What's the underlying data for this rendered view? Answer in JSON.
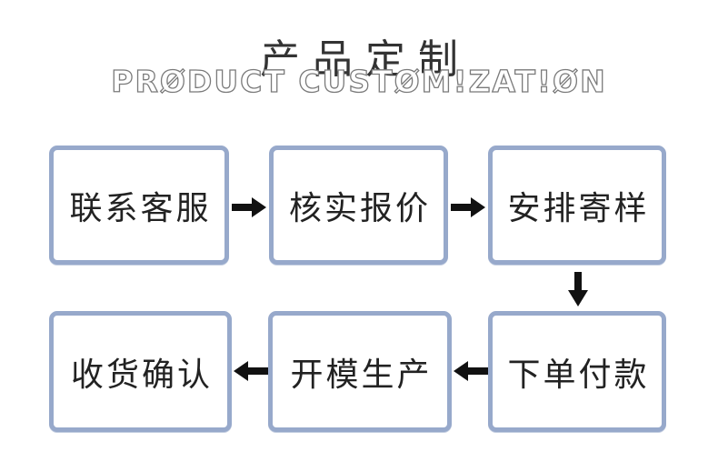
{
  "header": {
    "title": "产品定制",
    "subtitle": "PRODUCT CUSTOMIZATION",
    "subtitle_display": "PRØDUCT CUSTØM!ZAT!ØN"
  },
  "flowchart": {
    "steps": [
      {
        "order": 1,
        "label": "联系客服"
      },
      {
        "order": 2,
        "label": "核实报价"
      },
      {
        "order": 3,
        "label": "安排寄样"
      },
      {
        "order": 4,
        "label": "下单付款"
      },
      {
        "order": 5,
        "label": "开模生产"
      },
      {
        "order": 6,
        "label": "收货确认"
      }
    ],
    "connections": [
      {
        "from": "联系客服",
        "to": "核实报价",
        "direction": "right"
      },
      {
        "from": "核实报价",
        "to": "安排寄样",
        "direction": "right"
      },
      {
        "from": "安排寄样",
        "to": "下单付款",
        "direction": "down"
      },
      {
        "from": "下单付款",
        "to": "开模生产",
        "direction": "left"
      },
      {
        "from": "开模生产",
        "to": "收货确认",
        "direction": "left"
      }
    ]
  },
  "colors": {
    "page_background": "#ffffff",
    "box_border": "#97a9cb",
    "box_background": "#ffffff",
    "box_text": "#222222",
    "arrow": "#111111",
    "title_text": "#333333",
    "subtitle_text": "#7a7a7a"
  }
}
